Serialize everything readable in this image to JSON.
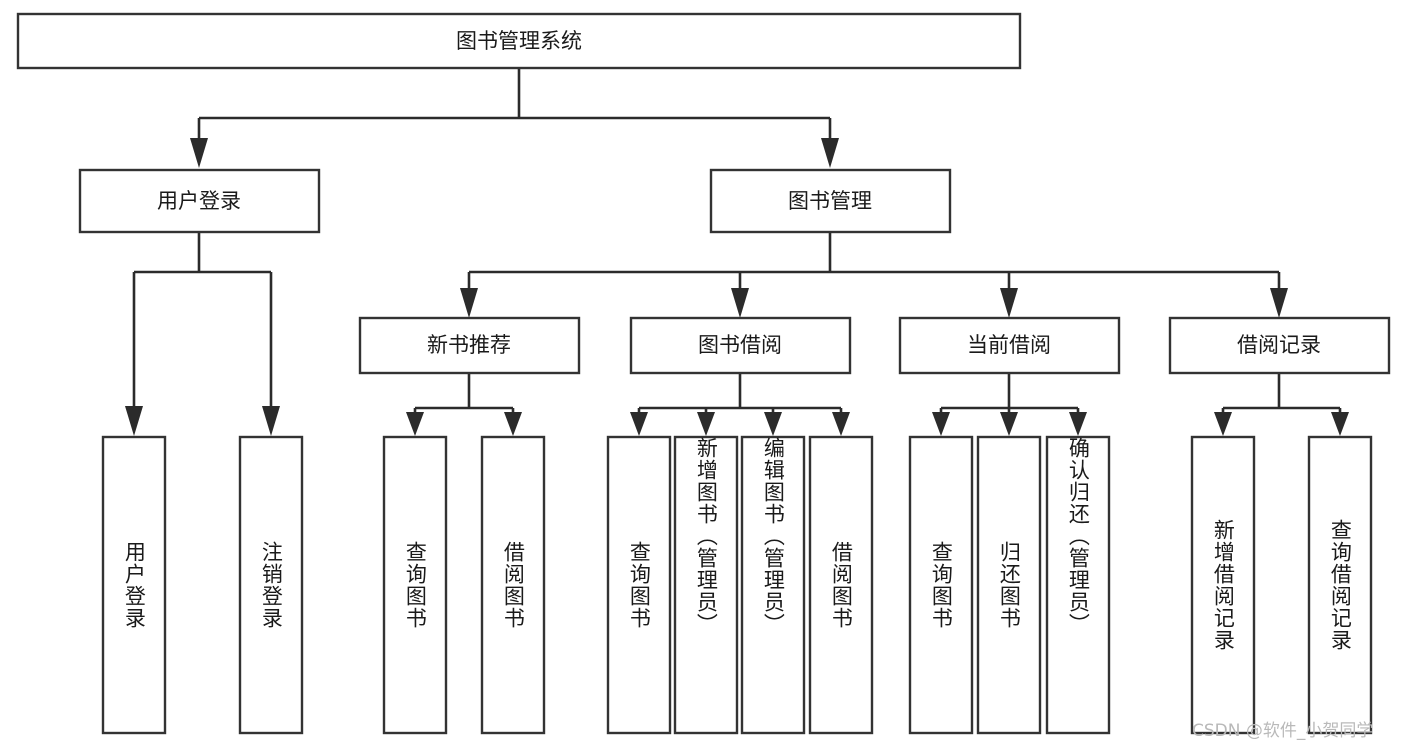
{
  "diagram": {
    "title": "图书管理系统",
    "watermark": "CSDN @软件_小贺同学",
    "colors": {
      "box_stroke": "#333333",
      "box_fill": "#ffffff",
      "connector": "#2b2b2b",
      "text": "#1a1a1a",
      "watermark": "#b9b9b9",
      "background": "#ffffff"
    },
    "root": {
      "label": "图书管理系统"
    },
    "level2": [
      {
        "label": "用户登录"
      },
      {
        "label": "图书管理"
      }
    ],
    "level3": [
      {
        "label": "新书推荐"
      },
      {
        "label": "图书借阅"
      },
      {
        "label": "当前借阅"
      },
      {
        "label": "借阅记录"
      }
    ],
    "leaves": {
      "user_login": [
        {
          "label": "用户登录"
        },
        {
          "label": "注销登录"
        }
      ],
      "new_book_recommend": [
        {
          "label": "查询图书"
        },
        {
          "label": "借阅图书"
        }
      ],
      "book_borrow": [
        {
          "label": "查询图书"
        },
        {
          "label": "新增图书（管理员）"
        },
        {
          "label": "编辑图书（管理员）"
        },
        {
          "label": "借阅图书"
        }
      ],
      "current_borrow": [
        {
          "label": "查询图书"
        },
        {
          "label": "归还图书"
        },
        {
          "label": "确认归还（管理员）"
        }
      ],
      "borrow_record": [
        {
          "label": "新增借阅记录"
        },
        {
          "label": "查询借阅记录"
        }
      ]
    }
  }
}
